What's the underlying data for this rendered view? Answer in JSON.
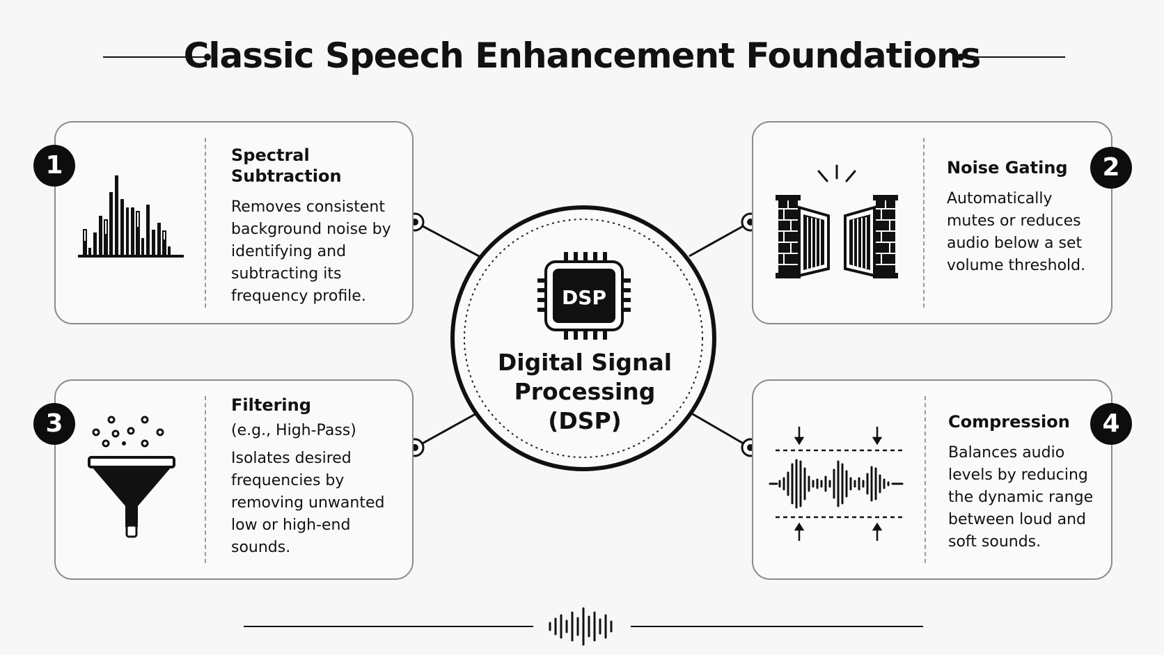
{
  "title": "Classic Speech Enhancement Foundations",
  "hub": {
    "chip_label": "DSP",
    "label_lines": [
      "Digital Signal",
      "Processing",
      "(DSP)"
    ],
    "icon": "dsp-chip-icon"
  },
  "cards": [
    {
      "number": "1",
      "title": "Spectral Subtraction",
      "subtitle": "",
      "description": "Removes consistent background noise by identifying and subtracting its frequency profile.",
      "icon": "spectrum-bars-icon"
    },
    {
      "number": "2",
      "title": "Noise Gating",
      "subtitle": "",
      "description": "Automatically mutes or reduces audio below a set volume threshold.",
      "icon": "gate-icon"
    },
    {
      "number": "3",
      "title": "Filtering",
      "subtitle": "(e.g., High-Pass)",
      "description": "Isolates desired frequencies by removing unwanted low or high-end sounds.",
      "icon": "funnel-icon"
    },
    {
      "number": "4",
      "title": "Compression",
      "subtitle": "",
      "description": "Balances audio levels by reducing the dynamic range between loud and soft sounds.",
      "icon": "compressed-waveform-icon"
    }
  ],
  "footer": {
    "icon": "waveform-icon"
  },
  "colors": {
    "ink": "#0d0d0d",
    "card_border": "#8a8a8a",
    "background": "#f7f7f7"
  }
}
